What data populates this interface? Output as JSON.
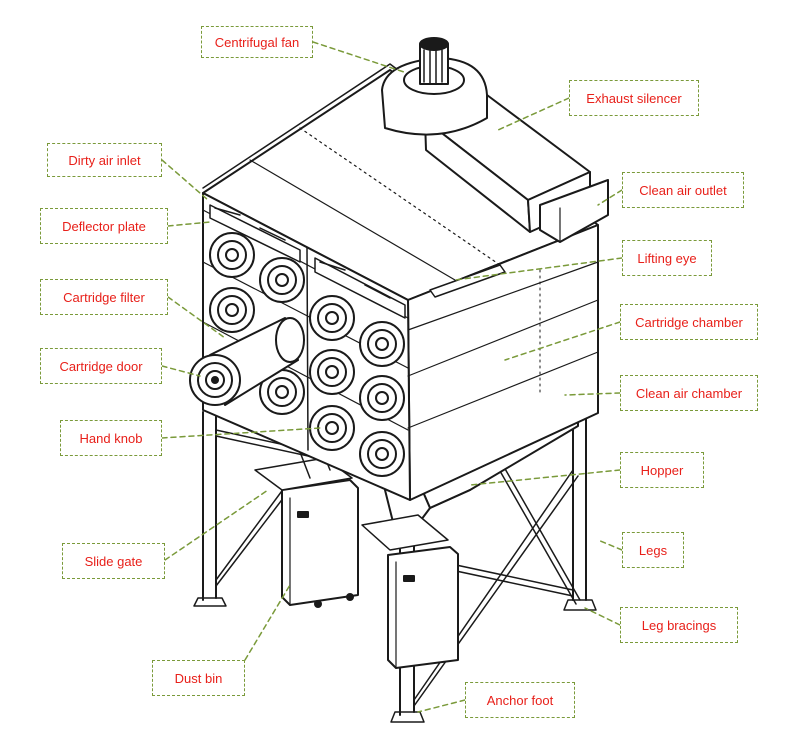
{
  "colors": {
    "label_text": "#e8201a",
    "box_border": "#7a9a3a",
    "drawing_stroke": "#1a1a1a"
  },
  "labels": {
    "centrifugal_fan": "Centrifugal fan",
    "exhaust_silencer": "Exhaust silencer",
    "dirty_air_inlet": "Dirty air inlet",
    "clean_air_outlet": "Clean air outlet",
    "deflector_plate": "Deflector plate",
    "lifting_eye": "Lifting eye",
    "cartridge_filter": "Cartridge filter",
    "cartridge_chamber": "Cartridge chamber",
    "cartridge_door": "Cartridge door",
    "clean_air_chamber": "Clean air chamber",
    "hand_knob": "Hand knob",
    "hopper": "Hopper",
    "legs": "Legs",
    "slide_gate": "Slide gate",
    "leg_bracings": "Leg bracings",
    "dust_bin": "Dust bin",
    "anchor_foot": "Anchor foot"
  }
}
